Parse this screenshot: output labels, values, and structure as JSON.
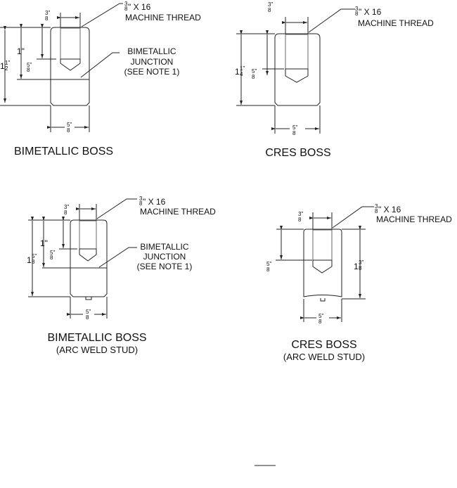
{
  "thread_note": {
    "fraction_num": "3",
    "fraction_den": "8",
    "text": "\" X 16",
    "line2": "MACHINE THREAD"
  },
  "junction_note": {
    "line1": "BIMETALLIC",
    "line2": "JUNCTION",
    "line3": "(SEE NOTE 1)"
  },
  "dims": {
    "three_eighths": {
      "num": "3\"",
      "den": "8"
    },
    "five_eighths": {
      "num": "5\"",
      "den": "8"
    },
    "one_inch": "1\"",
    "one_half": {
      "whole": "1",
      "num": "1\"",
      "den": "2"
    },
    "one_quarter": {
      "whole": "1",
      "num": "1\"",
      "den": "4"
    },
    "five_eighths_long": {
      "whole": "1",
      "num": "5\"",
      "den": "8"
    },
    "three_eighths_long": {
      "whole": "1",
      "num": "3\"",
      "den": "8"
    }
  },
  "titles": {
    "bimetallic_boss": "BIMETALLIC BOSS",
    "cres_boss": "CRES BOSS",
    "arc_weld_stud": "(ARC WELD STUD)"
  }
}
